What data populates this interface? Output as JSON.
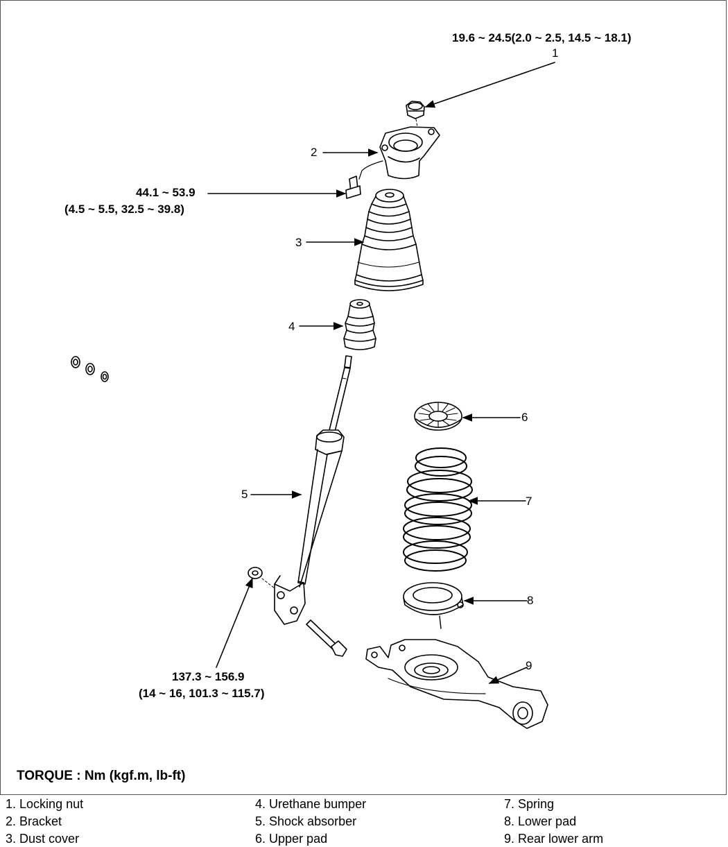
{
  "torques": {
    "t1": {
      "line1": "19.6 ~ 24.5(2.0 ~ 2.5, 14.5 ~ 18.1)"
    },
    "t2": {
      "line1": "44.1 ~ 53.9",
      "line2": "(4.5 ~ 5.5, 32.5 ~ 39.8)"
    },
    "t3": {
      "line1": "137.3 ~ 156.9",
      "line2": "(14 ~ 16, 101.3 ~ 115.7)"
    }
  },
  "callouts": [
    "1",
    "2",
    "3",
    "4",
    "5",
    "6",
    "7",
    "8",
    "9"
  ],
  "torque_unit_label": "TORQUE : Nm (kgf.m, lb-ft)",
  "legend": [
    {
      "num": "1",
      "name": "Locking nut"
    },
    {
      "num": "2",
      "name": "Bracket"
    },
    {
      "num": "3",
      "name": "Dust cover"
    },
    {
      "num": "4",
      "name": "Urethane bumper"
    },
    {
      "num": "5",
      "name": "Shock absorber"
    },
    {
      "num": "6",
      "name": "Upper pad"
    },
    {
      "num": "7",
      "name": "Spring"
    },
    {
      "num": "8",
      "name": "Lower pad"
    },
    {
      "num": "9",
      "name": "Rear lower arm"
    }
  ]
}
